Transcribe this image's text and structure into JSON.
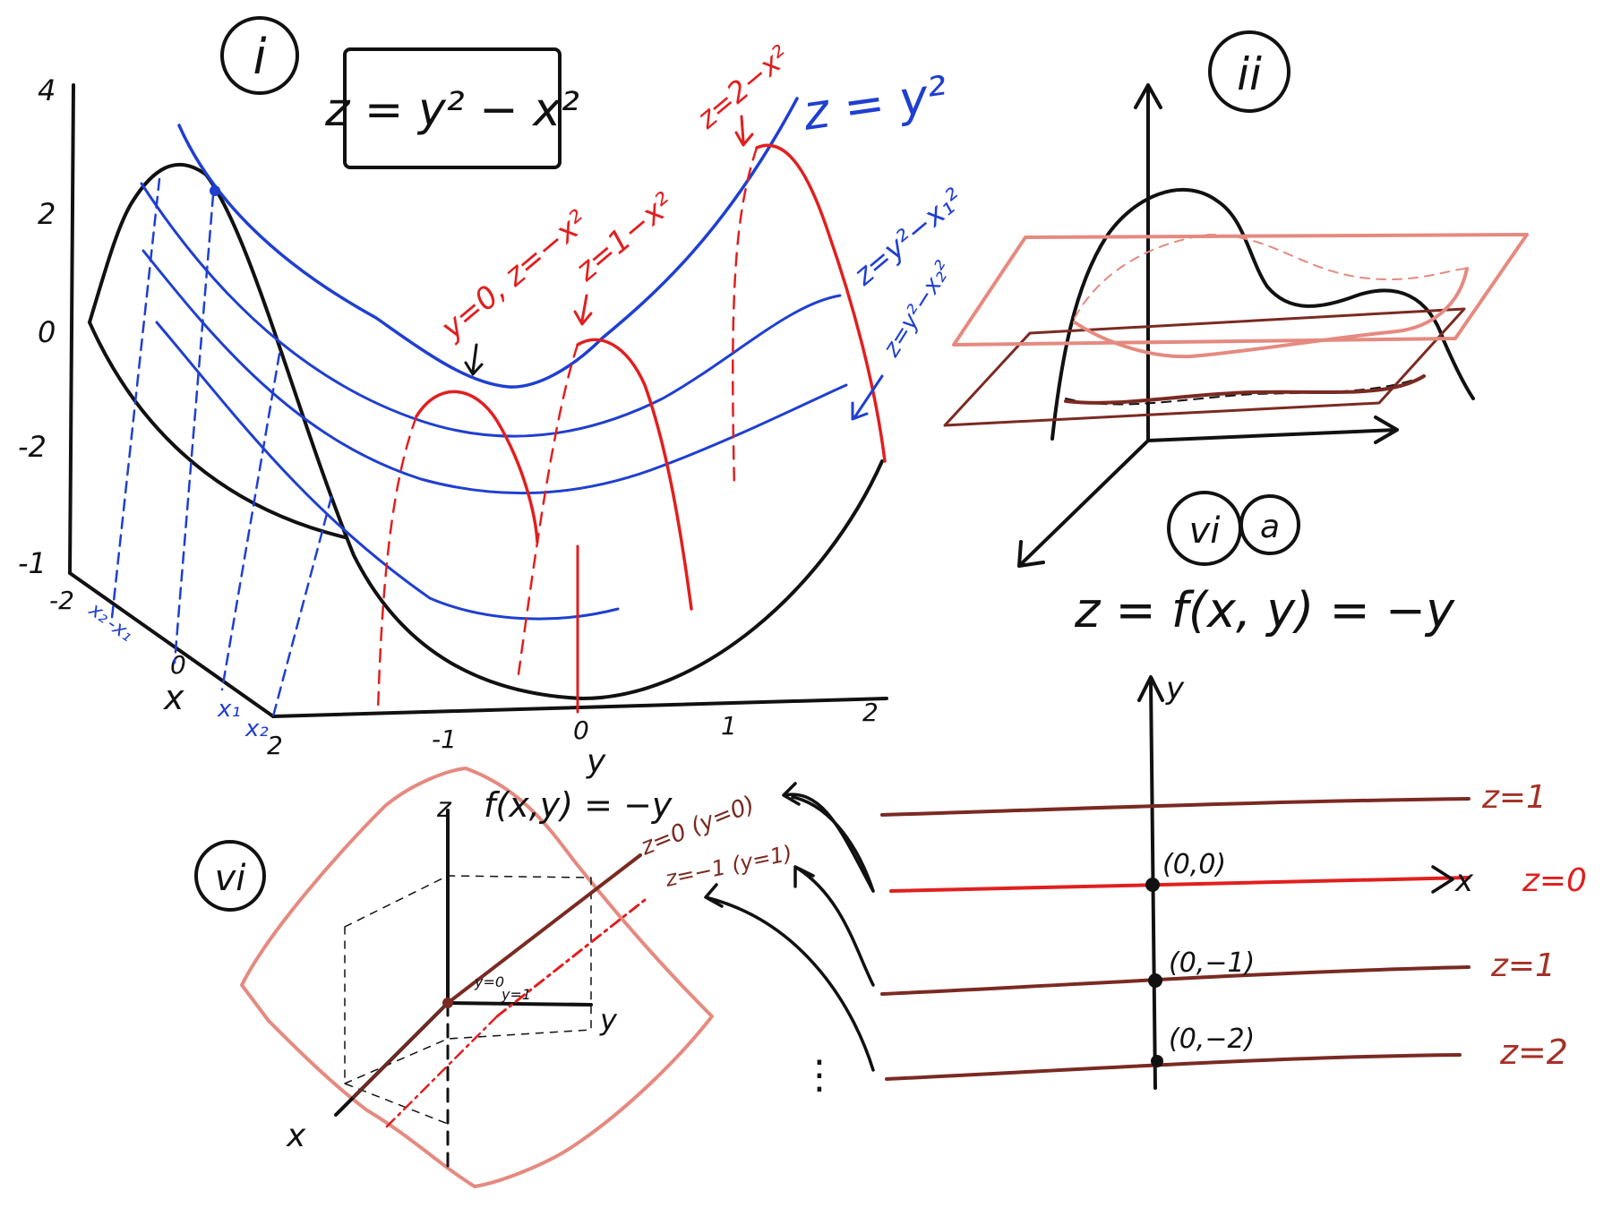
{
  "colors": {
    "ink": "#111111",
    "blue": "#1f3fd1",
    "red": "#e11f1f",
    "salmon": "#e58a80",
    "brown": "#7a2a22",
    "darkred": "#a53127"
  },
  "panel_i": {
    "badge": "i",
    "equation": "z = y² − x²",
    "z_ticks": [
      "4",
      "2",
      "0",
      "-2",
      "-1"
    ],
    "x_ticks": [
      "-2",
      "0",
      "2"
    ],
    "x_axis_label": "x",
    "x_marks": [
      "x₂",
      "-x₁",
      "x₁",
      "x₂"
    ],
    "y_ticks": [
      "-1",
      "0",
      "1",
      "2"
    ],
    "y_axis_label": "y",
    "labels": {
      "y0": "y=0, z=−x²",
      "z1": "z=1−x²",
      "z2": "z=2−x²",
      "zy2": "z = y²",
      "zy2x1": "z=y²−x₁²",
      "zy2x2": "z=y²−x₂²"
    }
  },
  "panel_ii": {
    "badge": "ii"
  },
  "panel_via": {
    "badge": "vi",
    "badge2": "a",
    "equation": "z = f(x, y) = −y",
    "axis_y": "y",
    "axis_x": "x",
    "points": [
      "(0,0)",
      "(0,−1)",
      "(0,−2)"
    ],
    "levels": [
      "z=1",
      "z=0",
      "z=1",
      "z=2"
    ]
  },
  "panel_vi": {
    "badge": "vi",
    "title": "f(x,y) = −y",
    "axis_z": "z",
    "axis_x": "x",
    "axis_y": "y",
    "line1": "z=0 (y=0)",
    "line2": "z=−1 (y=1)",
    "mark1": "y=0",
    "mark2": "y=1",
    "ellipsis": "⋮"
  }
}
